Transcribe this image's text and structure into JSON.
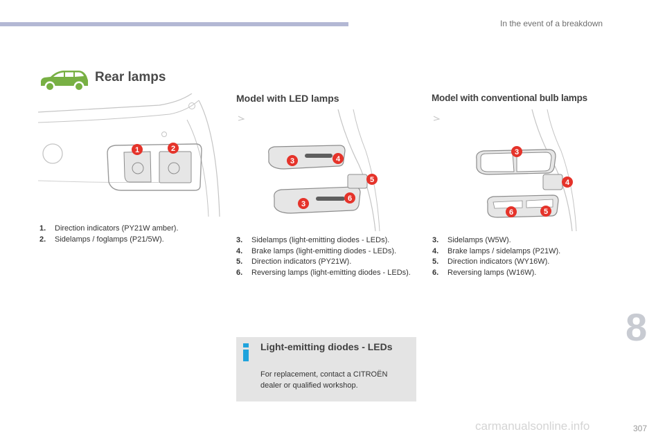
{
  "header": {
    "title": "In the event of a breakdown"
  },
  "section": {
    "title": "Rear lamps",
    "icon": "car-side-icon",
    "accent": "#78b044"
  },
  "led_model": {
    "title": "Model with LED lamps"
  },
  "bulb_model": {
    "title": "Model with conventional bulb lamps"
  },
  "callout_labels": {
    "left": [
      "1",
      "2"
    ],
    "led": [
      "3",
      "4",
      "5",
      "3",
      "6"
    ],
    "bulb": [
      "3",
      "4",
      "6",
      "5"
    ],
    "color": "#e5332a"
  },
  "legend_left": [
    {
      "num": "1.",
      "text": "Direction indicators (PY21W amber)."
    },
    {
      "num": "2.",
      "text": "Sidelamps / foglamps (P21/5W)."
    }
  ],
  "legend_led": [
    {
      "num": "3.",
      "text": "Sidelamps (light-emitting diodes - LEDs)."
    },
    {
      "num": "4.",
      "text": "Brake lamps (light-emitting diodes - LEDs)."
    },
    {
      "num": "5.",
      "text": "Direction indicators (PY21W)."
    },
    {
      "num": "6.",
      "text": "Reversing lamps (light-emitting diodes - LEDs)."
    }
  ],
  "legend_bulb": [
    {
      "num": "3.",
      "text": "Sidelamps (W5W)."
    },
    {
      "num": "4.",
      "text": "Brake lamps / sidelamps (P21W)."
    },
    {
      "num": "5.",
      "text": "Direction indicators (WY16W)."
    },
    {
      "num": "6.",
      "text": "Reversing lamps (W16W)."
    }
  ],
  "info": {
    "icon": "info-icon",
    "title": "Light-emitting diodes - LEDs",
    "body": "For replacement, contact a CITROËN dealer or qualified workshop."
  },
  "chapter": "8",
  "page_number": "307",
  "watermark": "carmanualsonline.info"
}
